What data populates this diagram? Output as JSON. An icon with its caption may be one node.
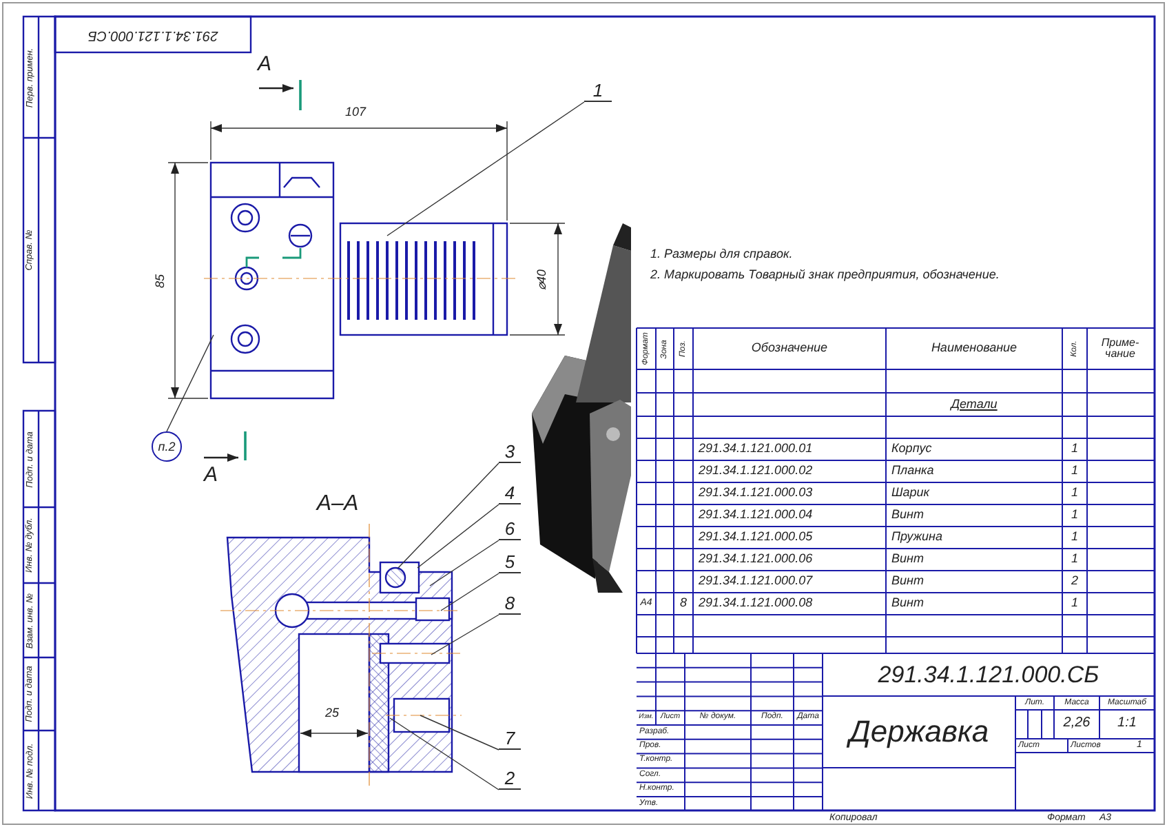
{
  "diagram": {
    "nodes": [
      {
        "text": [
          "1"
        ]
      },
      {
        "text": [
          "п.2"
        ]
      },
      {
        "text": [
          "3"
        ]
      },
      {
        "text": [
          "4"
        ]
      },
      {
        "text": [
          "6"
        ]
      },
      {
        "text": [
          "5"
        ]
      },
      {
        "text": [
          "8"
        ]
      },
      {
        "text": [
          "7"
        ]
      },
      {
        "text": [
          "2"
        ]
      }
    ],
    "edges": [
      {
        "from": 0,
        "to": null,
        "arrow": "none"
      },
      {
        "from": 1,
        "to": null,
        "arrow": "none"
      },
      {
        "from": 2,
        "to": null,
        "arrow": "none"
      },
      {
        "from": 3,
        "to": null,
        "arrow": "none"
      },
      {
        "from": 4,
        "to": null,
        "arrow": "none"
      },
      {
        "from": 5,
        "to": null,
        "arrow": "none"
      },
      {
        "from": 6,
        "to": null,
        "arrow": "none"
      },
      {
        "from": 7,
        "to": null,
        "arrow": "none"
      },
      {
        "from": 8,
        "to": null,
        "arrow": "none"
      }
    ],
    "labels": [
      "291.34.1.121.000.СБ",
      "А",
      "107",
      "85",
      "⌀40",
      "1. Размеры для справок.",
      "2. Маркировать Товарный знак предприятия, обозначение.",
      "А",
      "А–А",
      "25",
      "Формат",
      "Зона",
      "Поз.",
      "Обозначение",
      "Наименование",
      "Кол.",
      "Приме- чание",
      "Детали",
      "291.34.1.121.000.01",
      "Корпус",
      "1",
      "291.34.1.121.000.02",
      "Планка",
      "1",
      "291.34.1.121.000.03",
      "Шарик",
      "1",
      "291.34.1.121.000.04",
      "Винт",
      "1",
      "291.34.1.121.000.05",
      "Пружина",
      "1",
      "291.34.1.121.000.06",
      "Винт",
      "1",
      "291.34.1.121.000.07",
      "Винт",
      "2",
      "А4",
      "8",
      "291.34.1.121.000.08",
      "Винт",
      "1",
      "291.34.1.121.000.СБ",
      "Изм.",
      "Лист",
      "№ докум.",
      "Подп.",
      "Дата",
      "Разраб.",
      "Пров.",
      "Т.контр.",
      "Согл.",
      "Н.контр.",
      "Утв.",
      "Державка",
      "Лит.",
      "Масса",
      "Масштаб",
      "2,26",
      "1:1",
      "Лист",
      "Листов",
      "1",
      "Перв. примен.",
      "Справ. №",
      "Подп. и дата",
      "Инв. № дубл.",
      "Взам. инв. №",
      "Подп. и дата",
      "Инв. № подл.",
      "Копировал",
      "Формат",
      "А3"
    ]
  }
}
